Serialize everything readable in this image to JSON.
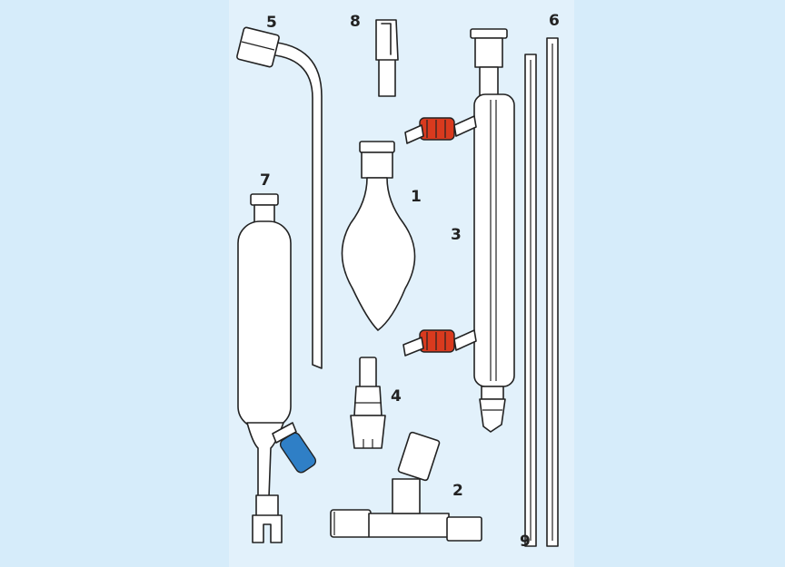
{
  "colors": {
    "background": "#d6ecfa",
    "panel": "#e2f1fb",
    "glass": "#ffffff",
    "outline": "#222222",
    "red_clip": "#d93a1e",
    "blue_tap": "#2f7fc6"
  },
  "labels": {
    "item_1": "1",
    "item_2": "2",
    "item_3": "3",
    "item_4": "4",
    "item_5": "5",
    "item_6": "6",
    "item_7": "7",
    "item_8": "8",
    "item_9": "9"
  }
}
